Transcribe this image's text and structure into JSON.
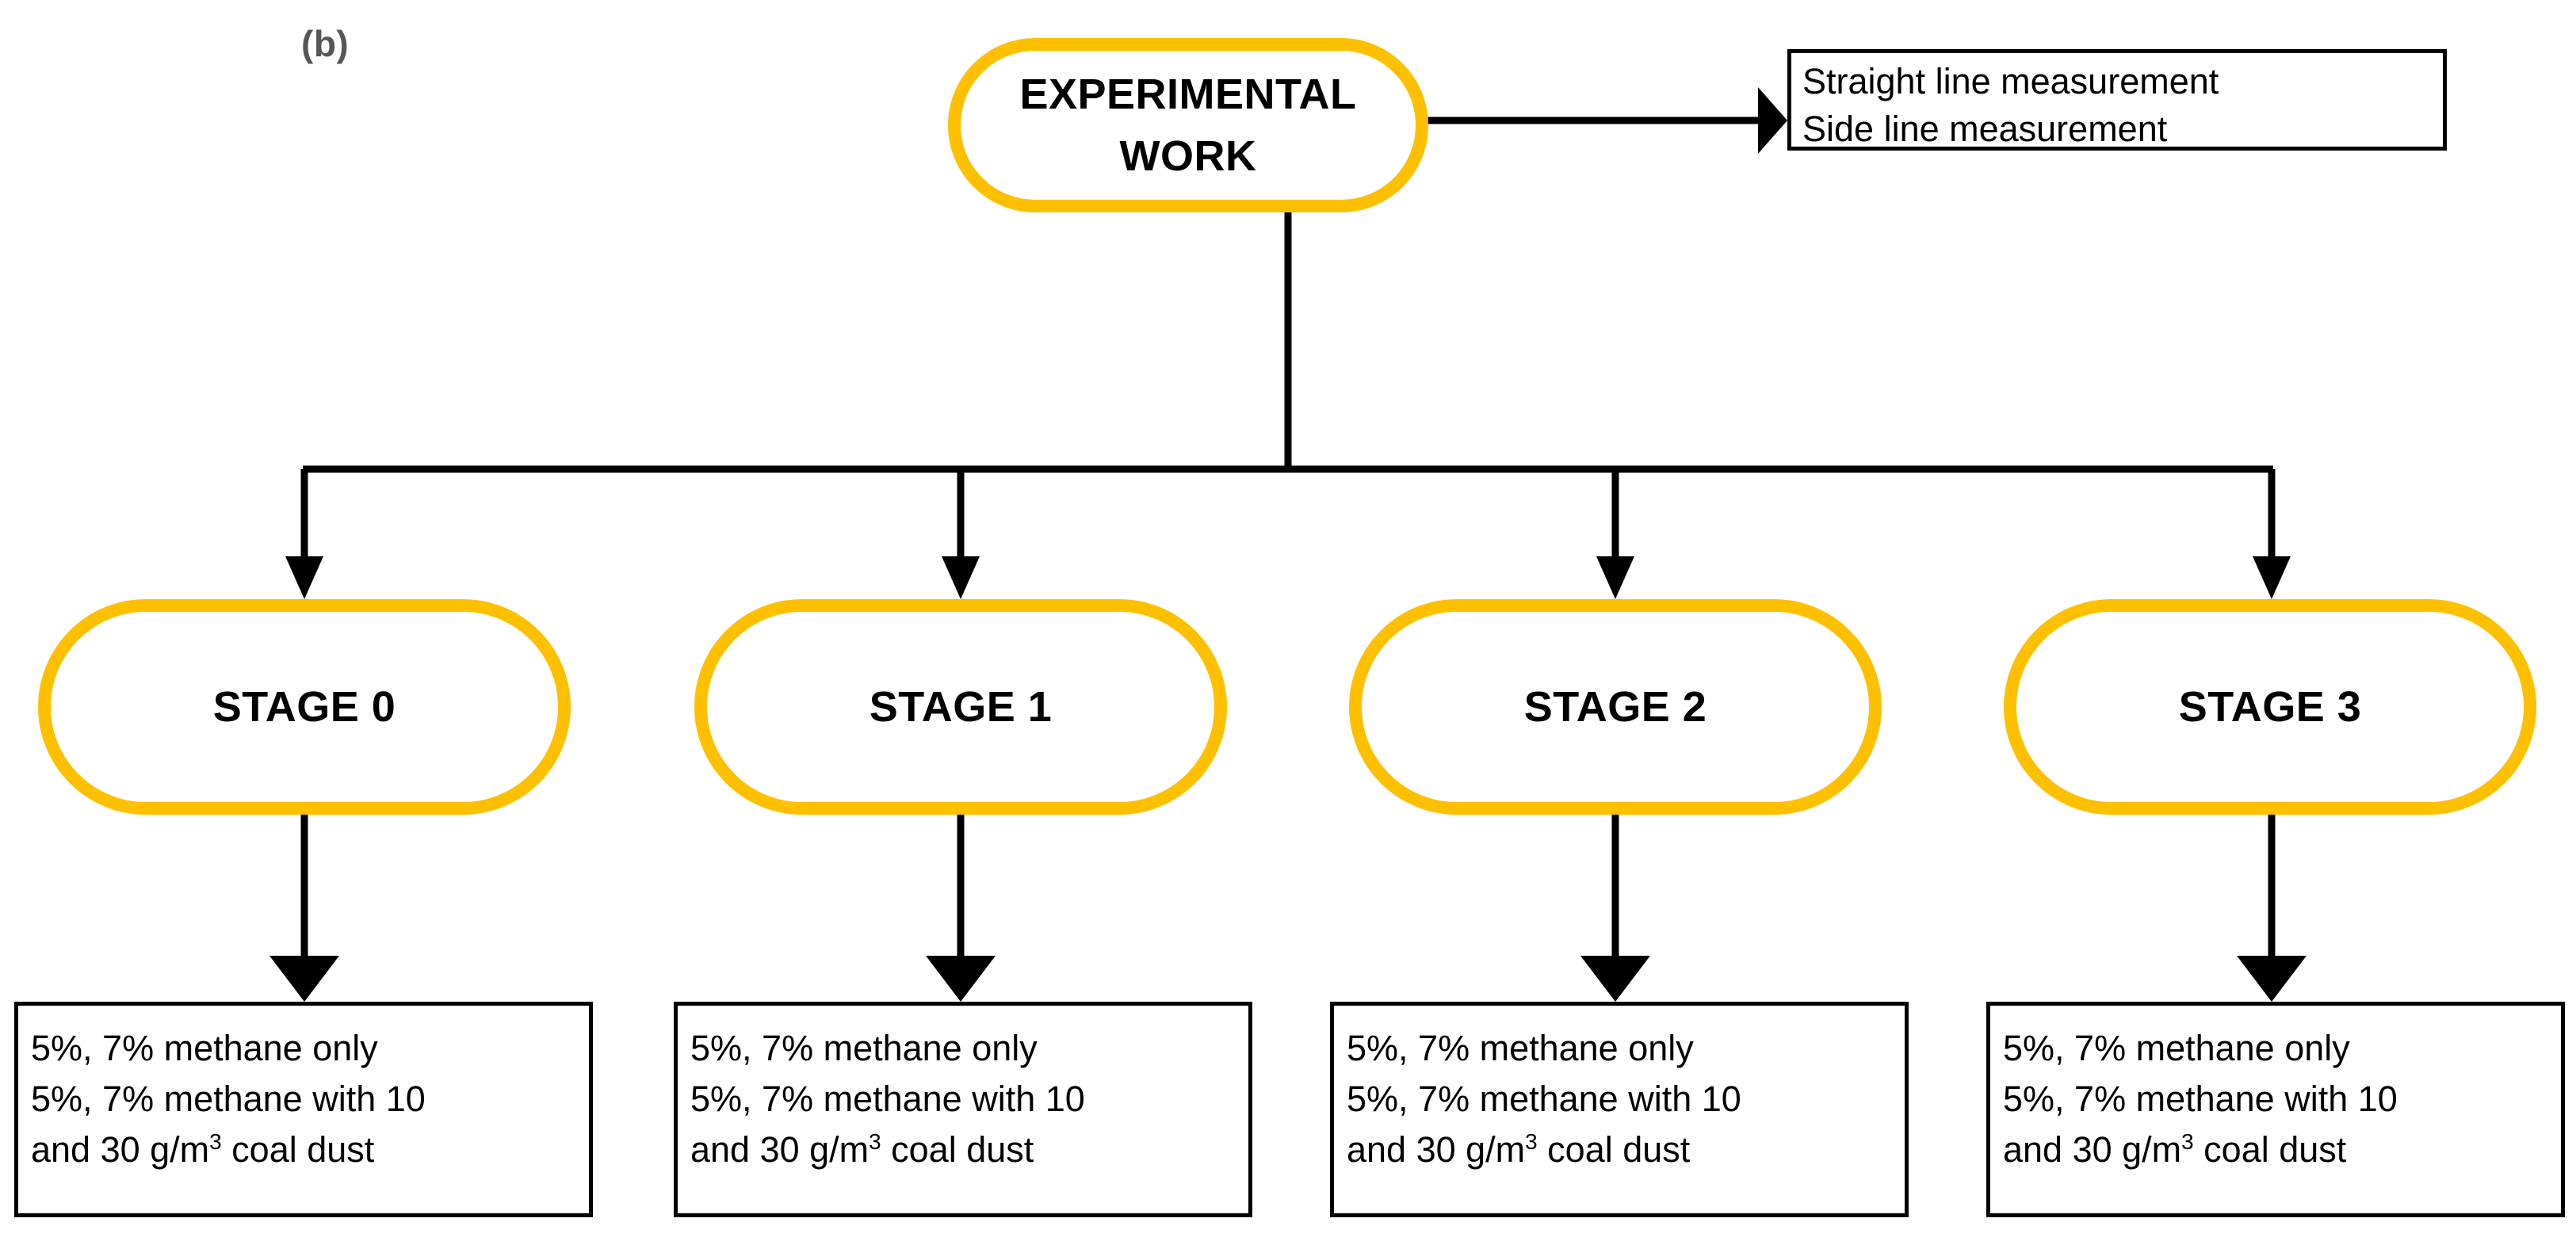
{
  "figure": {
    "panel_label": "(b)",
    "accent_color": "#FFC000",
    "line_color": "#000000",
    "background": "#ffffff"
  },
  "root": {
    "label_line1": "EXPERIMENTAL",
    "label_line2": "WORK"
  },
  "measurement_box": {
    "lines": [
      "Straight line measurement",
      "Side line measurement"
    ]
  },
  "stages": [
    {
      "label": "STAGE 0"
    },
    {
      "label": "STAGE 1"
    },
    {
      "label": "STAGE 2"
    },
    {
      "label": "STAGE 3"
    }
  ],
  "details": [
    {
      "line1": "5%, 7% methane only",
      "line2": "5%, 7% methane with 10",
      "line3_pre": "and 30 g/m",
      "line3_sup": "3",
      "line3_post": " coal dust"
    },
    {
      "line1": "5%, 7% methane only",
      "line2": "5%, 7% methane with 10",
      "line3_pre": "and 30 g/m",
      "line3_sup": "3",
      "line3_post": " coal dust"
    },
    {
      "line1": "5%, 7% methane only",
      "line2": "5%, 7% methane with 10",
      "line3_pre": "and 30 g/m",
      "line3_sup": "3",
      "line3_post": " coal dust"
    },
    {
      "line1": "5%, 7% methane only",
      "line2": "5%, 7% methane with 10",
      "line3_pre": "and 30 g/m",
      "line3_sup": "3",
      "line3_post": " coal dust"
    }
  ]
}
